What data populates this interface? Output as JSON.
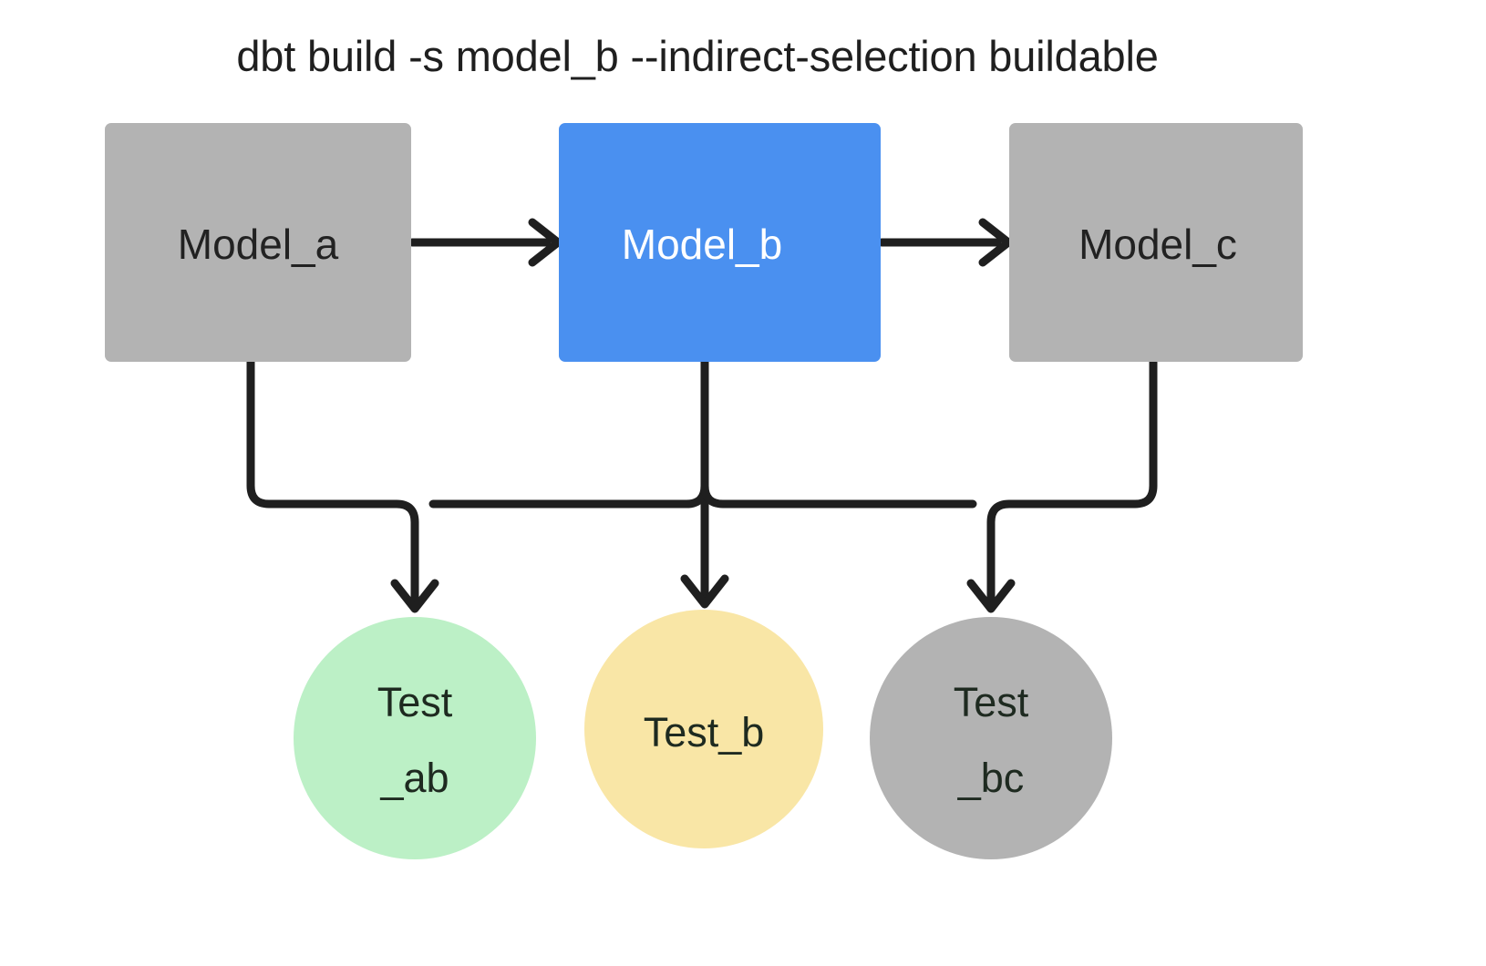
{
  "diagram": {
    "title": "dbt build -s model_b --indirect-selection buildable",
    "background_color": "#ffffff",
    "edge_color": "#1f1f1f",
    "models": [
      {
        "id": "model_a",
        "label": "Model_a",
        "shape": "rect",
        "fill": "#b3b3b3",
        "text_color": "#222222",
        "selected": false
      },
      {
        "id": "model_b",
        "label": "Model_b",
        "shape": "rect",
        "fill": "#4a90f0",
        "text_color": "#ffffff",
        "selected": true
      },
      {
        "id": "model_c",
        "label": "Model_c",
        "shape": "rect",
        "fill": "#b3b3b3",
        "text_color": "#222222",
        "selected": false
      }
    ],
    "tests": [
      {
        "id": "test_ab",
        "label_line1": "Test",
        "label_line2": "_ab",
        "shape": "circle",
        "fill": "#bcf0c6",
        "text_color": "#1e2a20"
      },
      {
        "id": "test_b",
        "label_line1": "Test_b",
        "label_line2": "",
        "shape": "circle",
        "fill": "#f9e6a6",
        "text_color": "#2b2a1c"
      },
      {
        "id": "test_bc",
        "label_line1": "Test",
        "label_line2": "_bc",
        "shape": "circle",
        "fill": "#b3b3b3",
        "text_color": "#222222"
      }
    ],
    "edges": [
      {
        "from": "model_a",
        "to": "model_b",
        "kind": "model-to-model"
      },
      {
        "from": "model_b",
        "to": "model_c",
        "kind": "model-to-model"
      },
      {
        "from": "model_a",
        "to": "test_ab",
        "kind": "model-to-test"
      },
      {
        "from": "model_b",
        "to": "test_ab",
        "kind": "model-to-test"
      },
      {
        "from": "model_b",
        "to": "test_b",
        "kind": "model-to-test"
      },
      {
        "from": "model_b",
        "to": "test_bc",
        "kind": "model-to-test"
      },
      {
        "from": "model_c",
        "to": "test_bc",
        "kind": "model-to-test"
      }
    ]
  }
}
